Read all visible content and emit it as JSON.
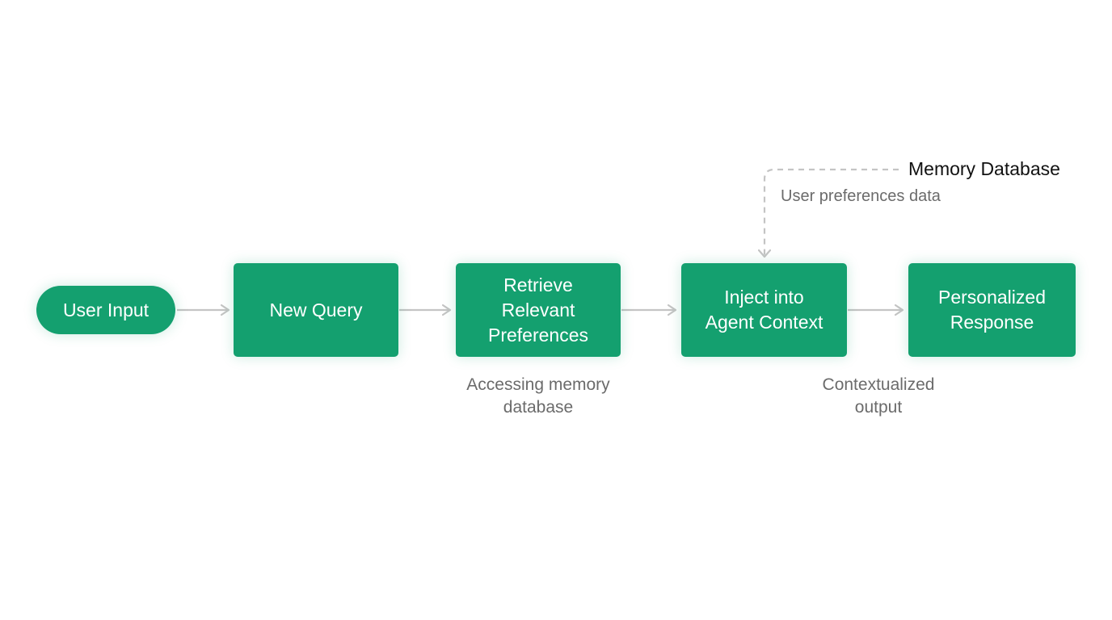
{
  "colors": {
    "node_fill": "#14a06f",
    "node_text": "#ffffff",
    "arrow": "#c4c4c4",
    "caption_text": "#6b6b6b",
    "title_text": "#111111",
    "background": "#ffffff"
  },
  "nodes": {
    "user_input": "User Input",
    "new_query": "New Query",
    "retrieve": [
      "Retrieve",
      "Relevant",
      "Preferences"
    ],
    "inject": [
      "Inject into",
      "Agent Context"
    ],
    "response": [
      "Personalized",
      "Response"
    ]
  },
  "captions": {
    "retrieve": [
      "Accessing memory",
      "database"
    ],
    "inject": [
      "Contextualized",
      "output"
    ]
  },
  "memory_database": {
    "title": "Memory Database",
    "subtitle": "User preferences data"
  }
}
